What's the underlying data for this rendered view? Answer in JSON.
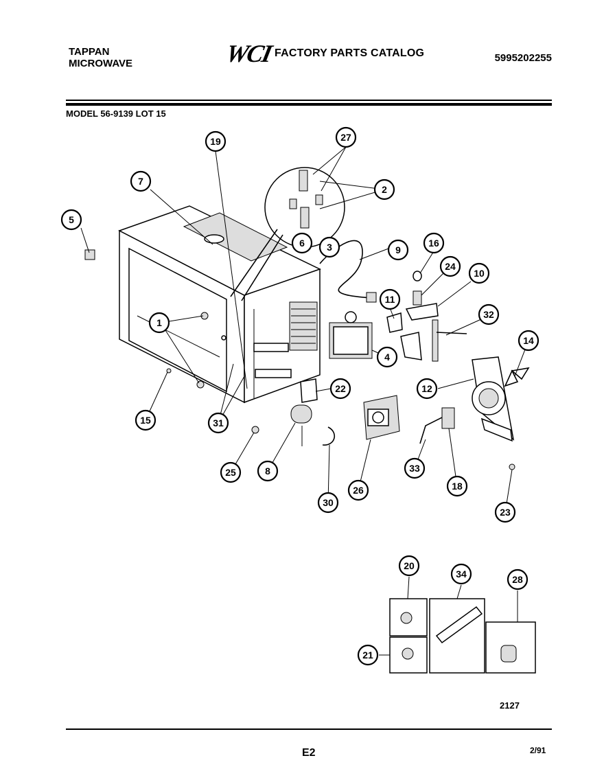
{
  "header": {
    "brand_line1": "TAPPAN",
    "brand_line2": "MICROWAVE",
    "logo": "WCI",
    "catalog_title": "FACTORY PARTS CATALOG",
    "part_number": "5995202255",
    "model": "MODEL 56-9139 LOT 15"
  },
  "callouts": [
    "19",
    "27",
    "7",
    "2",
    "5",
    "6",
    "3",
    "9",
    "16",
    "24",
    "10",
    "11",
    "32",
    "1",
    "4",
    "14",
    "12",
    "22",
    "15",
    "31",
    "33",
    "25",
    "8",
    "26",
    "18",
    "30",
    "23",
    "20",
    "34",
    "28",
    "21"
  ],
  "footer": {
    "code": "2127",
    "page": "E2",
    "date": "2/91"
  }
}
